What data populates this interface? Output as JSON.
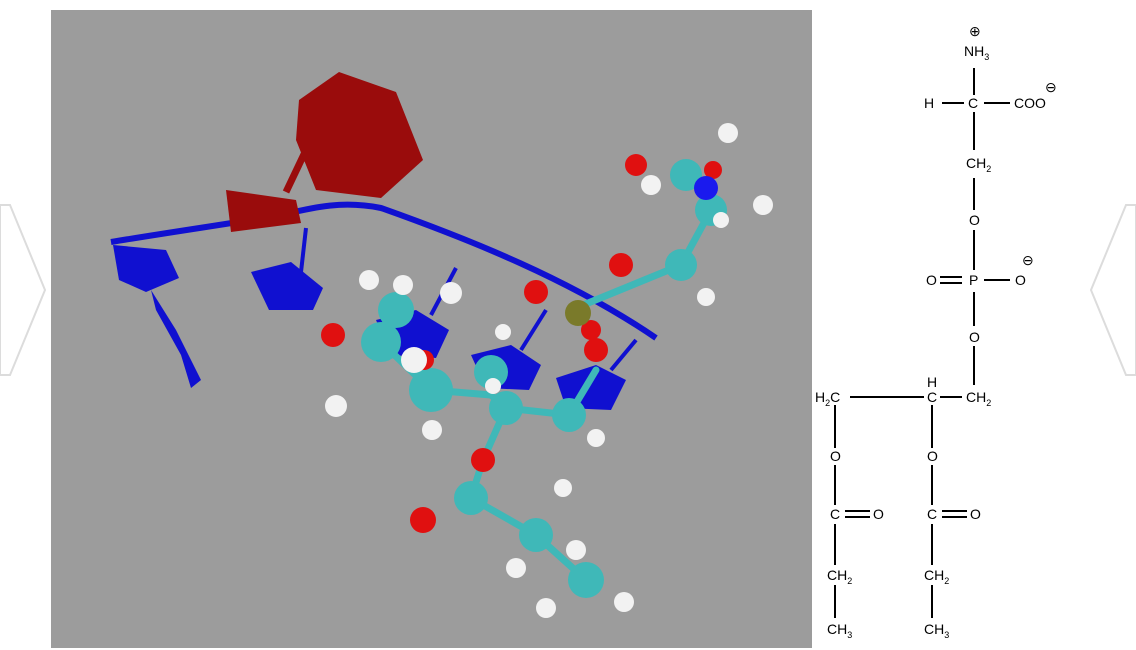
{
  "diagram": {
    "colors": {
      "panel_bg": "#9c9c9c",
      "ribbon_blue": "#1010d0",
      "ribbon_red": "#9a0c0c",
      "carbon": "#3fb8b8",
      "oxygen": "#e01010",
      "hydrogen": "#f2f2f2",
      "phosphorus": "#7a7a2a",
      "nitrogen": "#1a1aee",
      "bond_stick": "#3fb8b8"
    },
    "formula": {
      "charge_plus": "⊕",
      "charge_minus": "⊖",
      "nh3_n": "NH",
      "nh3_sub": "3",
      "h": "H",
      "c": "C",
      "coo": "COO",
      "ch2_c": "CH",
      "ch2_sub": "2",
      "o": "O",
      "p": "P",
      "h2c_h": "H",
      "h2c_sub": "2",
      "h2c_c": "C",
      "ch3_c": "CH",
      "ch3_sub": "3"
    }
  }
}
